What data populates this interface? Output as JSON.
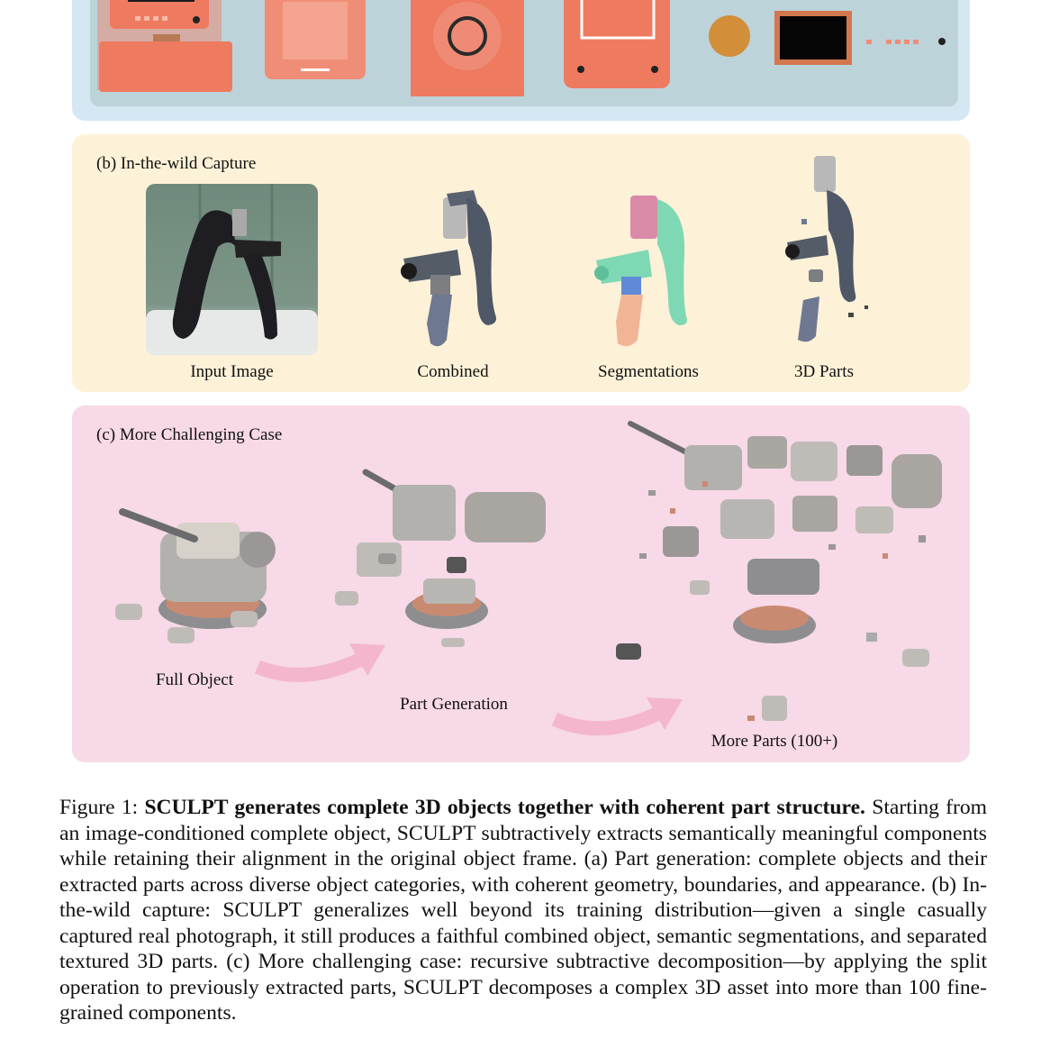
{
  "panel_b": {
    "title": "(b) In-the-wild Capture",
    "labels": [
      "Input Image",
      "Combined",
      "Segmentations",
      "3D Parts"
    ]
  },
  "panel_c": {
    "title": "(c) More Challenging Case",
    "labels": [
      "Full Object",
      "Part Generation",
      "More Parts (100+)"
    ]
  },
  "caption": {
    "prefix": "Figure 1: ",
    "bold": "SCULPT generates complete 3D objects together with coherent part structure.",
    "body": " Starting from an image-conditioned complete object, SCULPT subtractively extracts semantically meaningful components while retaining their alignment in the original object frame. (a) Part generation: complete objects and their extracted parts across diverse object categories, with coherent geometry, boundaries, and appearance. (b) In-the-wild capture: SCULPT generalizes well beyond its training distribution—given a single casually captured real photograph, it still produces a faithful combined object, semantic segmentations, and separated textured 3D parts. (c) More challenging case: recursive subtractive decomposition—by applying the split operation to previously extracted parts, SCULPT decomposes a complex 3D asset into more than 100 fine-grained components."
  },
  "colors": {
    "panel_a_bg": "#d6e7f4",
    "panel_b_bg": "#fdf1d8",
    "panel_c_bg": "#f7d9e7",
    "object_orange": "#ee7a60",
    "grip_gray": "#4f5866",
    "seg_green": "#7fd8b4",
    "seg_pink": "#d98aa6",
    "arrow_pink": "#f4b6cf"
  }
}
